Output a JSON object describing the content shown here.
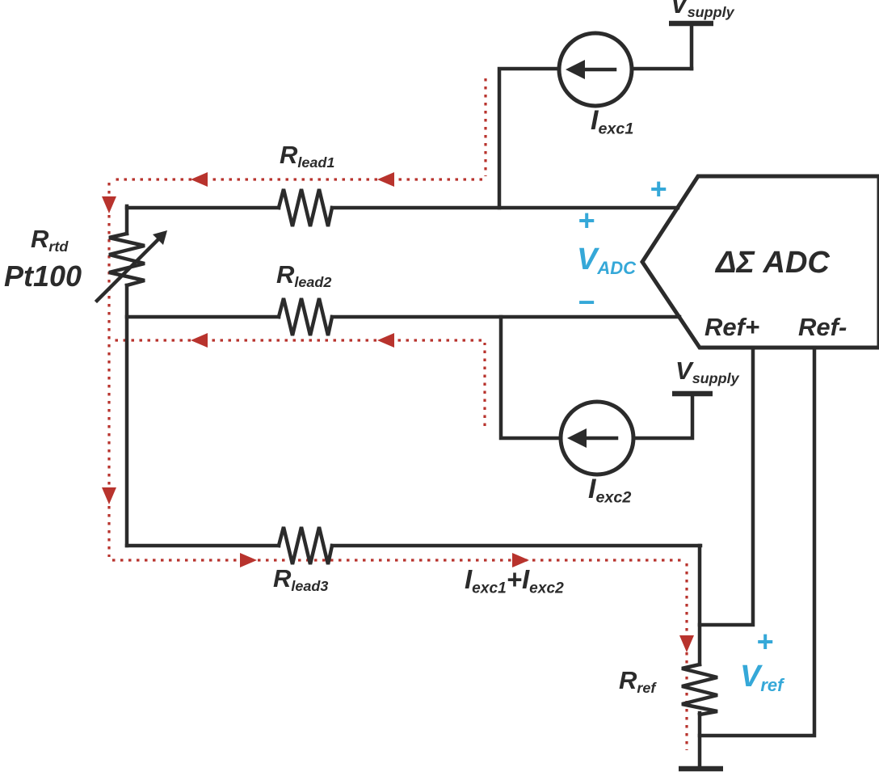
{
  "colors": {
    "wire": "#2b2b2b",
    "current_arrow": "#b8332d",
    "signal": "#35a8d8",
    "background": "#ffffff"
  },
  "labels": {
    "supply_top": {
      "main": "V",
      "sub": "supply"
    },
    "source1": {
      "main": "I",
      "sub": "exc1"
    },
    "r_lead1": {
      "main": "R",
      "sub": "lead1"
    },
    "r_rtd": {
      "main": "R",
      "sub": "rtd"
    },
    "rtd_part": "Pt100",
    "r_lead2": {
      "main": "R",
      "sub": "lead2"
    },
    "adc": {
      "title": "ΔΣ ADC",
      "ref_plus": "Ref+",
      "ref_minus": "Ref-",
      "input_plus": "+"
    },
    "v_adc": {
      "plus": "+",
      "main": "V",
      "sub": "ADC",
      "minus": "−"
    },
    "supply_mid": {
      "main": "V",
      "sub": "supply"
    },
    "source2": {
      "main": "I",
      "sub": "exc2"
    },
    "r_lead3": {
      "main": "R",
      "sub": "lead3"
    },
    "current_sum": {
      "term1": "I",
      "sub1": "exc1",
      "operator": "+",
      "term2": "I",
      "sub2": "exc2"
    },
    "r_ref": {
      "main": "R",
      "sub": "ref"
    },
    "v_ref": {
      "plus": "+",
      "main": "V",
      "sub": "ref"
    }
  }
}
